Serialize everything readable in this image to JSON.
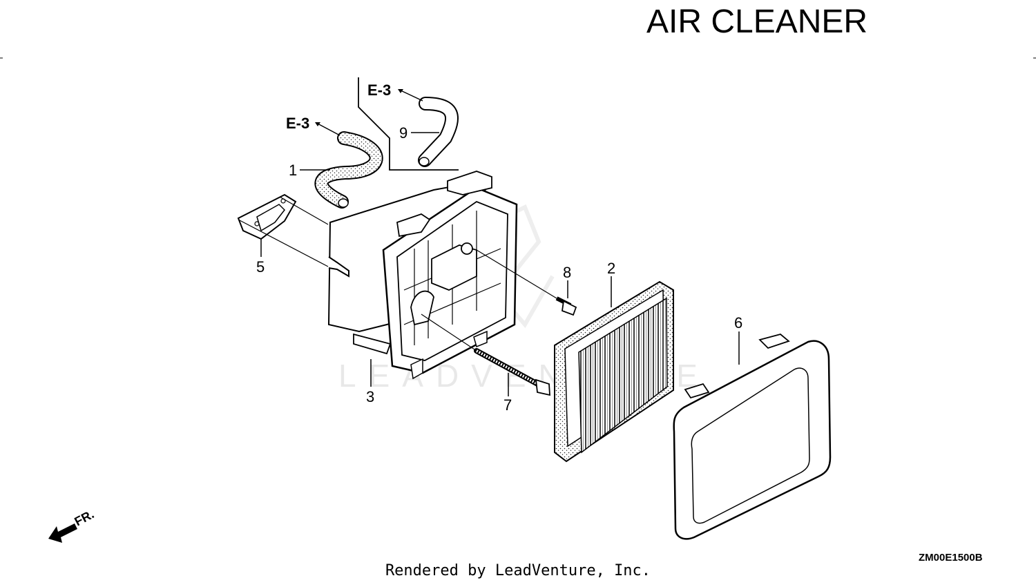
{
  "title": "AIR CLEANER",
  "footer": "Rendered by LeadVenture, Inc.",
  "diagram_code": "ZM00E1500B",
  "watermark": "LEADVENTURE",
  "front_marker": "FR.",
  "references": [
    "E-3",
    "E-3"
  ],
  "callouts": [
    "1",
    "2",
    "3",
    "5",
    "6",
    "7",
    "8",
    "9"
  ]
}
